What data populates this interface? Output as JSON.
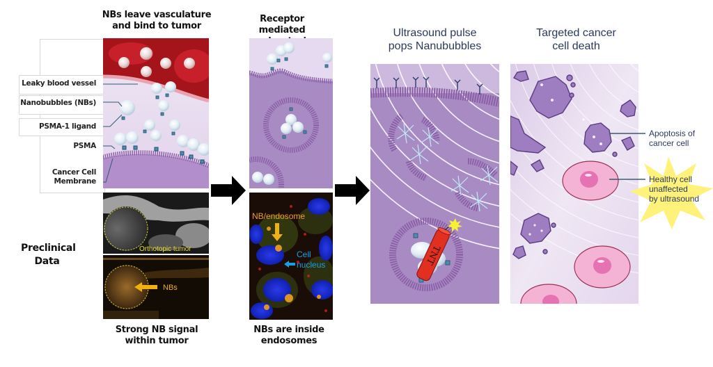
{
  "panel1": {
    "title_line1": "NBs leave vasculature",
    "title_line2": "and bind to tumor",
    "labels": {
      "leaky_vessel": "Leaky blood vessel",
      "nanobubbles": "Nanobubbles (NBs)",
      "ligand": "PSMA-1 ligand",
      "psma": "PSMA",
      "membrane_line1": "Cancer Cell",
      "membrane_line2": "Membrane"
    }
  },
  "preclinical": {
    "label_line1": "Preclinical",
    "label_line2": "Data",
    "ultrasound_top_label": "Orthotopic tumor",
    "ultrasound_bottom_label": "NBs",
    "caption_line1": "Strong NB signal",
    "caption_line2": "within tumor"
  },
  "panel2": {
    "title_line1": "Receptor mediated",
    "title_line2": "endocytosis",
    "micro_label_endosome": "NB/endosome",
    "micro_label_cell": "Cell",
    "micro_label_nucleus": "nucleus",
    "caption_line1": "NBs are inside",
    "caption_line2": "endosomes"
  },
  "panel3": {
    "title_line1": "Ultrasound pulse",
    "title_line2": "pops Nanububbles",
    "tnt_label": "TNT"
  },
  "panel4": {
    "title_line1": "Targeted cancer",
    "title_line2": "cell death",
    "apoptosis_line1": "Apoptosis of",
    "apoptosis_line2": "cancer cell",
    "healthy_line1": "Healthy cell",
    "healthy_line2": "unaffected",
    "healthy_line3": "by ultrasound"
  },
  "colors": {
    "cell_purple": "#a98bc4",
    "light_purple": "#e6daf0",
    "blood_red": "#b0141c",
    "title_navy": "#2b3a5c",
    "star_yellow": "#fff27a",
    "healthy_pink": "#f4b3d4"
  }
}
